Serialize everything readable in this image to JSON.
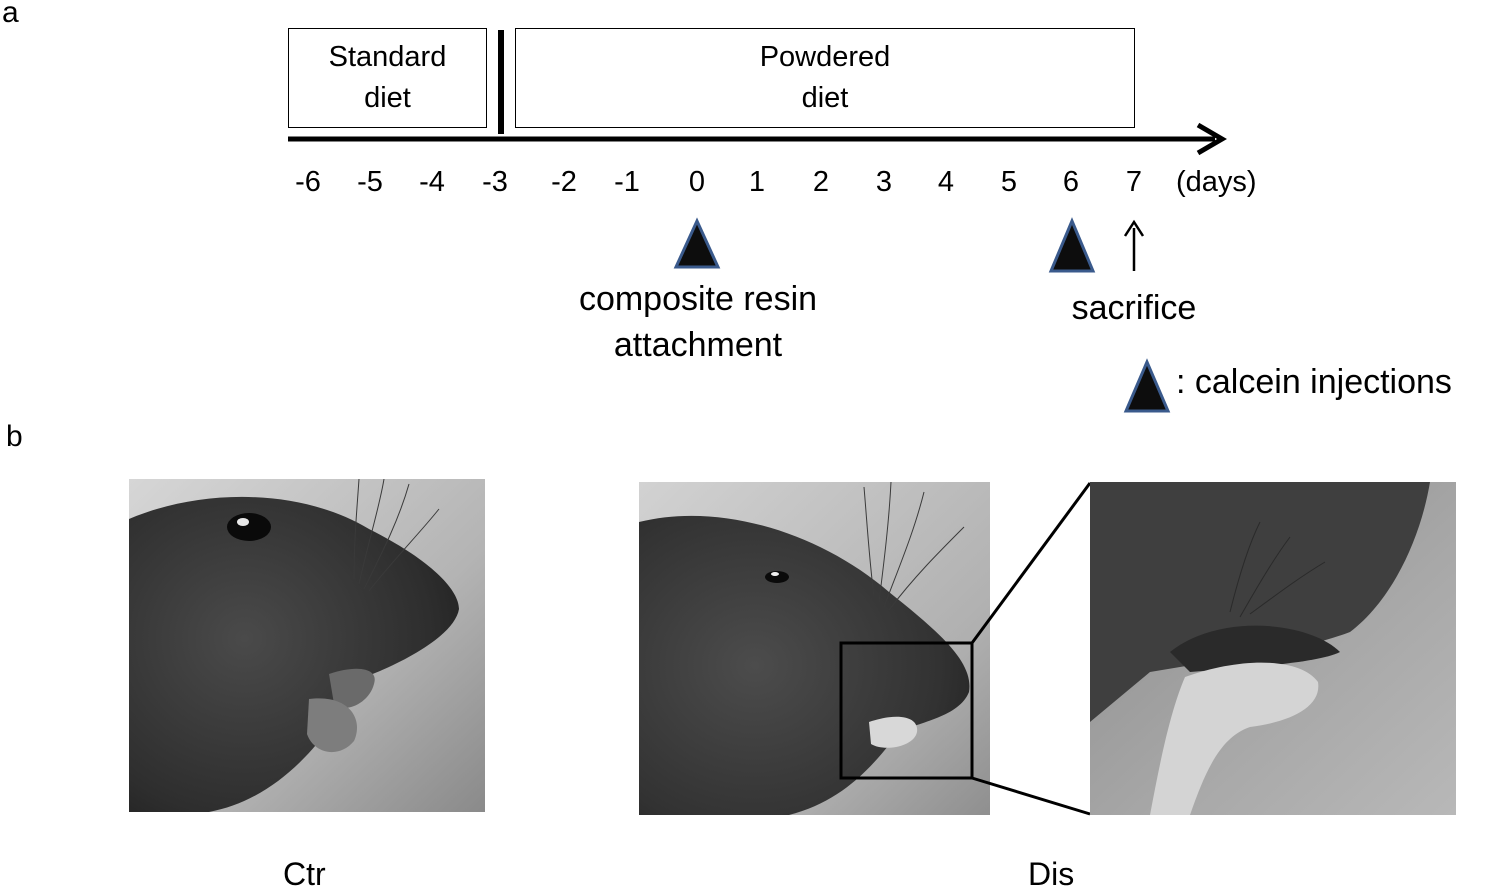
{
  "panel_a": {
    "label": "a",
    "diet_standard": "Standard\ndiet",
    "diet_powdered": "Powdered\ndiet",
    "days": [
      "-6",
      "-5",
      "-4",
      "-3",
      "-2",
      "-1",
      "0",
      "1",
      "2",
      "3",
      "4",
      "5",
      "6",
      "7"
    ],
    "unit": "(days)",
    "annotation_resin": "composite resin\nattachment",
    "annotation_sacrifice": "sacrifice",
    "legend_calcein": ": calcein injections",
    "marker_color": "#0d0d0d",
    "marker_outline": "#3a5a8c"
  },
  "panel_b": {
    "label": "b",
    "caption_control": "Ctr",
    "caption_dis": "Dis"
  }
}
